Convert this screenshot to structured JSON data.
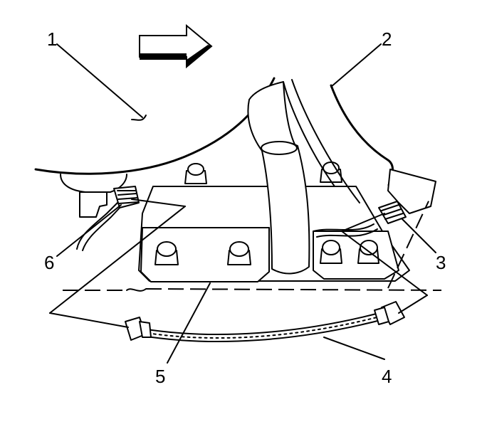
{
  "callouts": [
    {
      "id": "1",
      "text": "1"
    },
    {
      "id": "2",
      "text": "2"
    },
    {
      "id": "3",
      "text": "3"
    },
    {
      "id": "4",
      "text": "4"
    },
    {
      "id": "5",
      "text": "5"
    },
    {
      "id": "6",
      "text": "6"
    }
  ],
  "icons": {
    "direction_arrow": "arrow-right-icon"
  }
}
